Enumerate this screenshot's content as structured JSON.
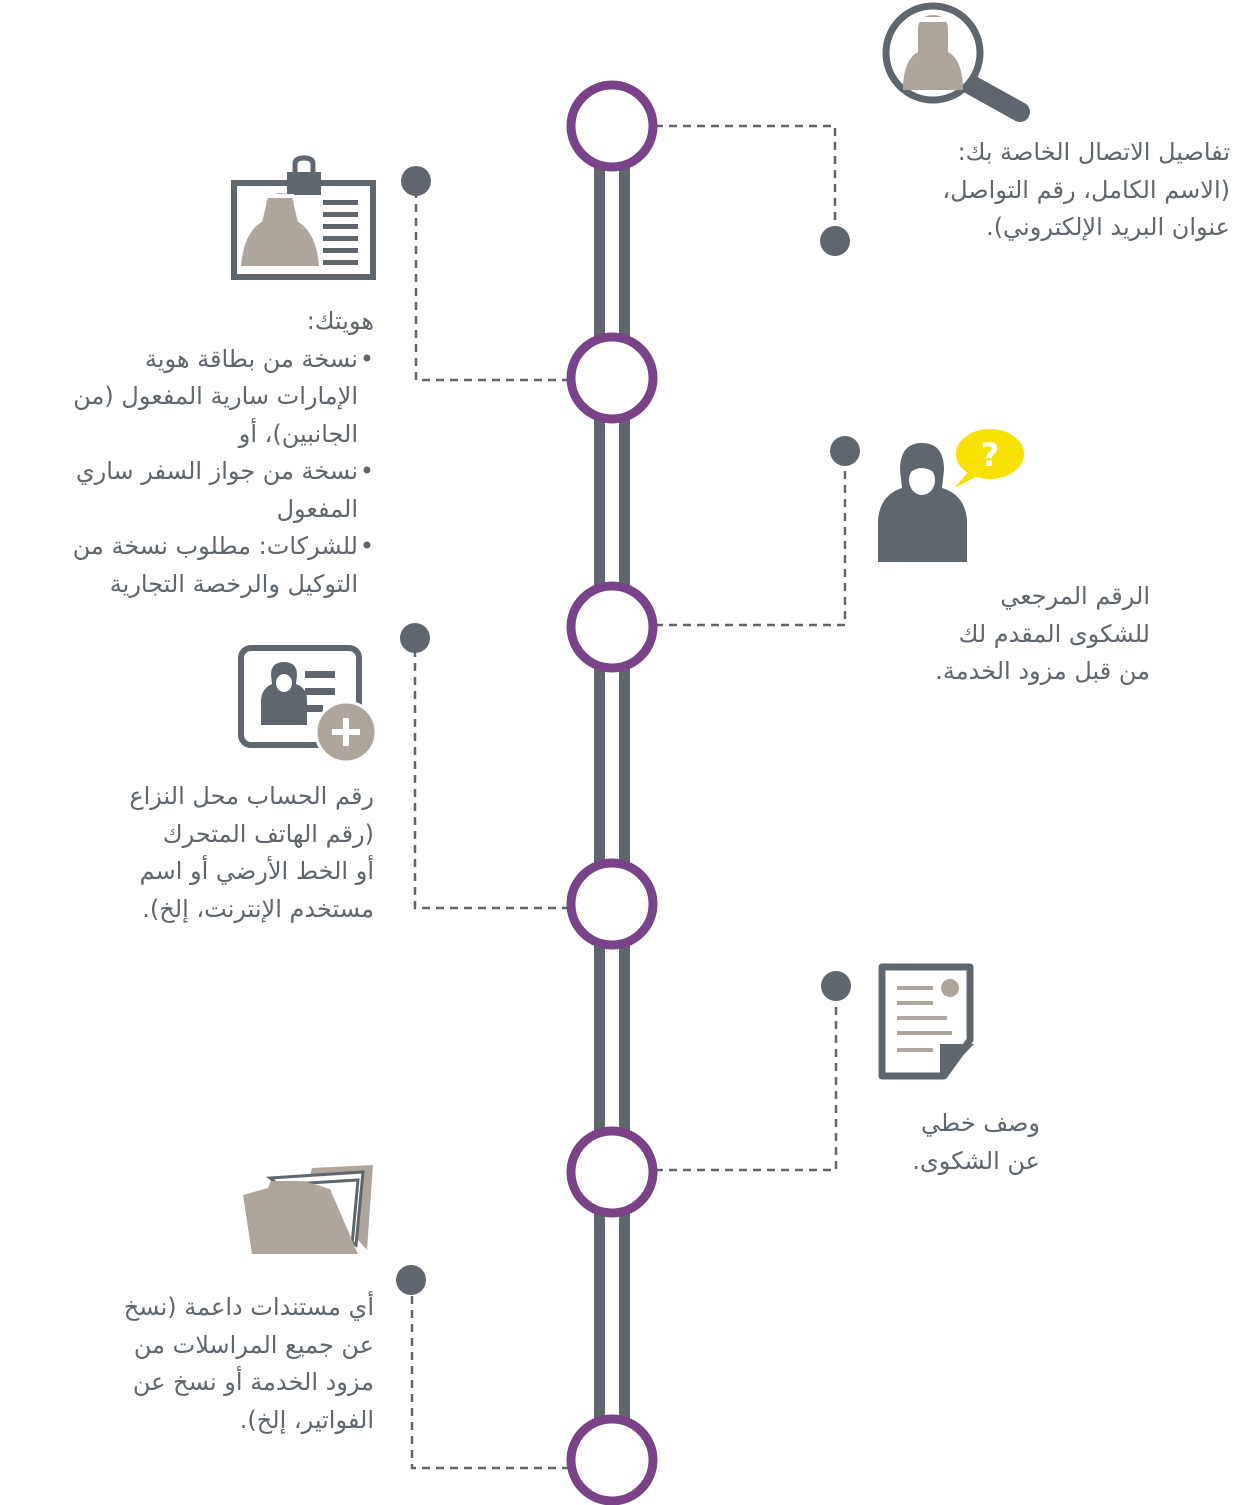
{
  "colors": {
    "track": "#5f666d",
    "node": "#7a4289",
    "icon_gray": "#5f666d",
    "icon_beige": "#aea59c",
    "bubble": "#f8e000"
  },
  "items": {
    "contact": {
      "icon": "search-person-icon",
      "lines": [
        "تفاصيل الاتصال الخاصة بك:",
        "(الاسم الكامل، رقم التواصل،",
        "عنوان البريد الإلكتروني)."
      ]
    },
    "identity": {
      "icon": "id-badge-icon",
      "title": "هويتك:",
      "bullets": [
        [
          "نسخة من بطاقة هوية",
          "الإمارات سارية المفعول (من",
          "الجانبين)، أو"
        ],
        [
          "نسخة من جواز السفر ساري",
          "المفعول"
        ],
        [
          "للشركات: مطلوب نسخة من",
          "التوكيل والرخصة التجارية"
        ]
      ]
    },
    "reference": {
      "icon": "question-person-icon",
      "lines": [
        "الرقم المرجعي",
        "للشكوى المقدم لك",
        "من قبل مزود الخدمة."
      ]
    },
    "account": {
      "icon": "add-account-icon",
      "lines": [
        "رقم الحساب محل النزاع",
        "(رقم الهاتف المتحرك",
        "أو الخط الأرضي أو اسم",
        "مستخدم الإنترنت، إلخ)."
      ]
    },
    "description": {
      "icon": "document-icon",
      "lines": [
        "وصف خطي",
        "عن الشكوى."
      ]
    },
    "supporting": {
      "icon": "folder-icon",
      "lines": [
        "أي مستندات داعمة (نسخ",
        "عن جميع المراسلات من",
        "مزود الخدمة أو نسخ عن",
        "الفواتير، إلخ)."
      ]
    }
  }
}
